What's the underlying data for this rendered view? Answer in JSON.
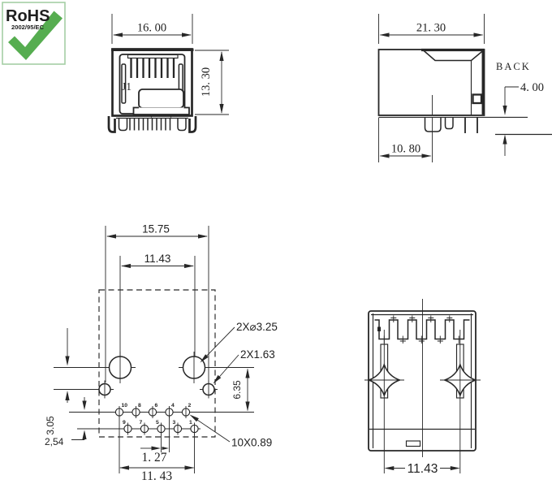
{
  "colors": {
    "line": "#272727",
    "rohs_green": "#3ea843",
    "rohs_check": "#56ad50",
    "rohs_border": "#a5cfa5"
  },
  "rohs": {
    "title": "RoHS",
    "subtitle": "2002/95/EC"
  },
  "front_view": {
    "designator": "J1",
    "dim_width": "16. 00",
    "dim_height": "13. 30"
  },
  "side_view": {
    "dim_width": "21. 30",
    "back_label": "BACK",
    "dim_standoff": "4. 00",
    "dim_pin_offset": "10. 80"
  },
  "footprint": {
    "dim_post_span": "15.75",
    "dim_hole_span": "11.43",
    "hole_callout": "2X⌀3.25",
    "post_callout": "2X1.63",
    "pad_callout": "10X0.89",
    "dim_vertical_right": "6.35",
    "dim_vertical_left": "3.05",
    "dim_row_pitch": "2,54",
    "dim_col_pitch": "1. 27",
    "dim_pad_span": "11. 43",
    "pin_numbers_top": [
      "10",
      "8",
      "6",
      "4",
      "2"
    ],
    "pin_numbers_bottom": [
      "9",
      "7",
      "5",
      "3",
      "1"
    ]
  },
  "bottom_view": {
    "dim_post_span": "11.43"
  }
}
